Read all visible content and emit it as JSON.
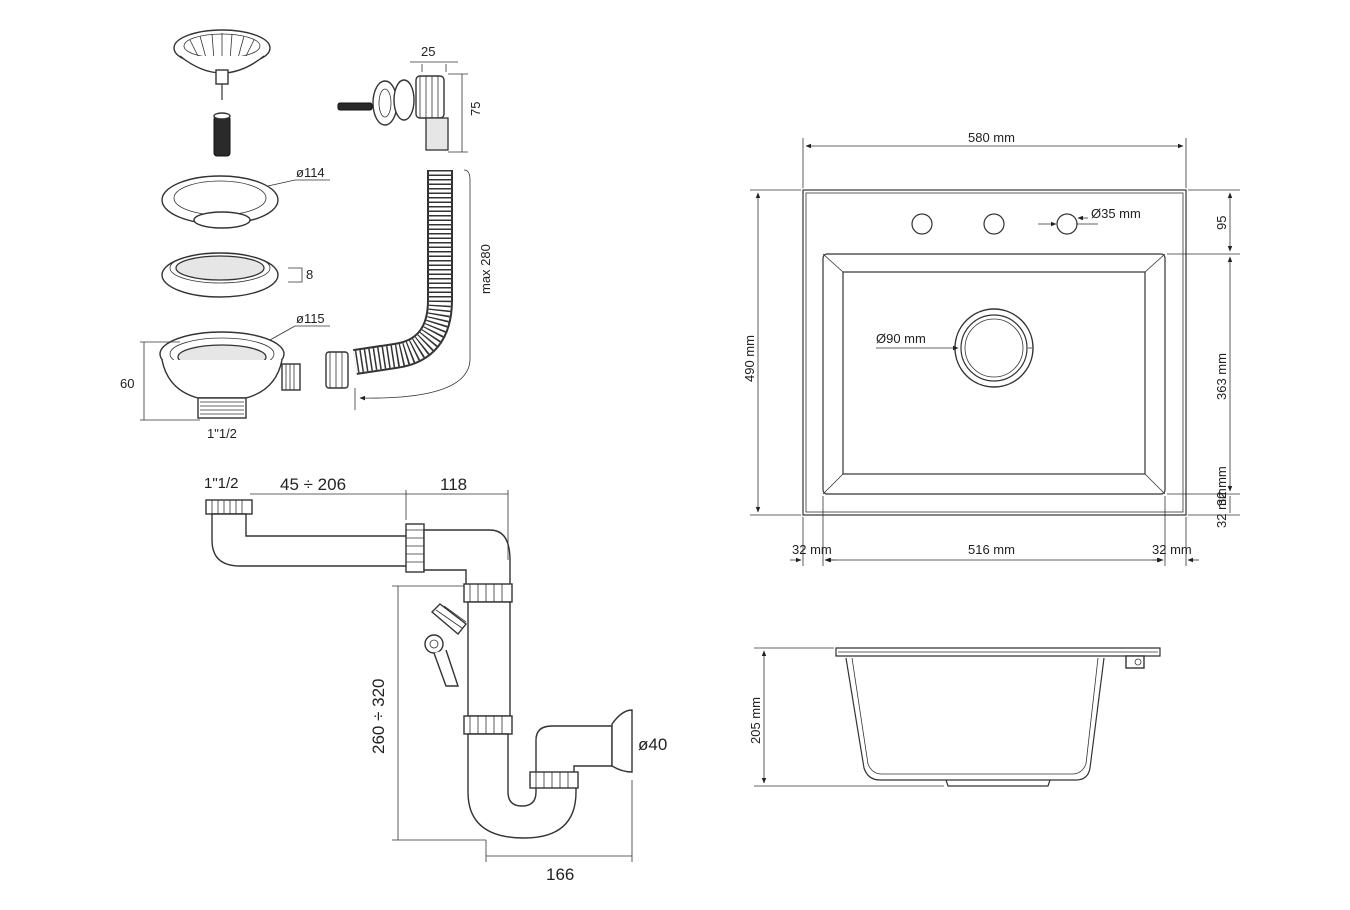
{
  "strainer": {
    "flange_diameter": "ø114",
    "gasket_height": "8",
    "body_diameter": "ø115",
    "body_height": "60",
    "thread": "1\"1/2"
  },
  "overflow": {
    "width": "25",
    "height": "75",
    "hose_length": "max 280"
  },
  "siphon": {
    "thread": "1\"1/2",
    "adjust_range": "45 ÷ 206",
    "offset": "118",
    "height_range": "260 ÷ 320",
    "outlet_diameter": "ø40",
    "depth": "166"
  },
  "sink_top": {
    "width": "580 mm",
    "depth": "490 mm",
    "tap_hole": "Ø35 mm",
    "drain_hole": "Ø90 mm",
    "top_margin": "95",
    "bowl_length": "363 mm",
    "bottom_rim_v": "32 mm",
    "bottom_rim": "32 mm",
    "left_rim": "32 mm",
    "bowl_width": "516 mm",
    "right_rim": "32 mm"
  },
  "sink_side": {
    "height": "205 mm"
  }
}
